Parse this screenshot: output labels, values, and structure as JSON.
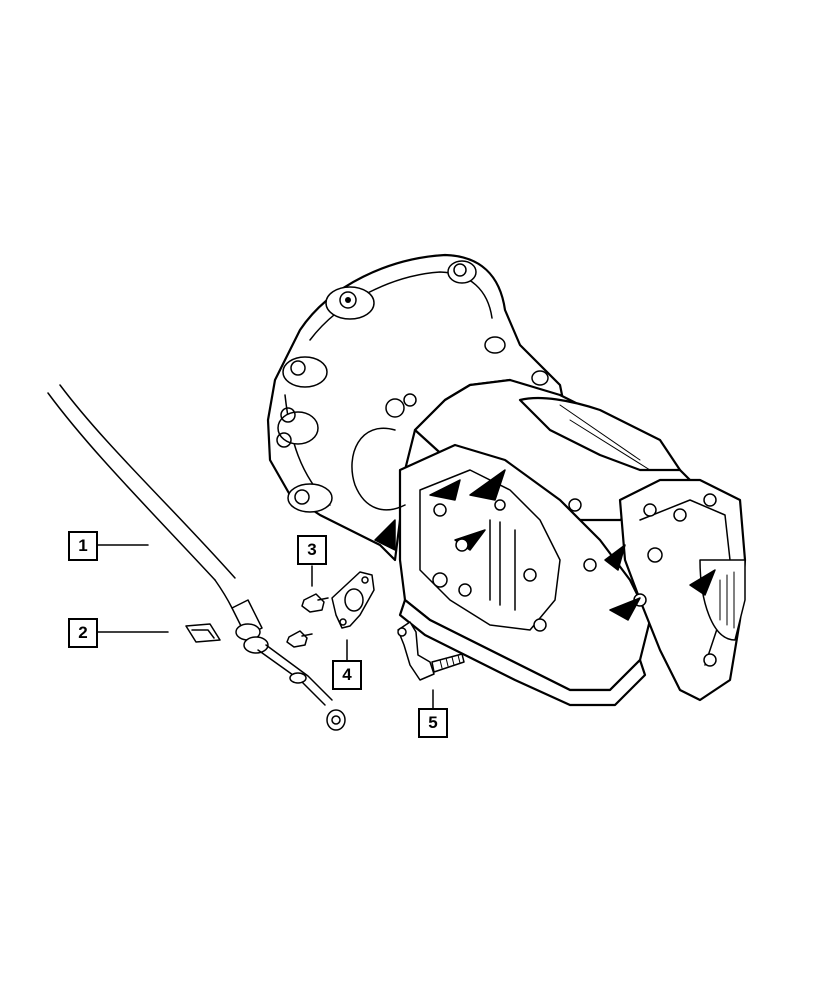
{
  "diagram": {
    "callouts": [
      {
        "id": "callout-1",
        "label": "1",
        "part": "shift-cable"
      },
      {
        "id": "callout-2",
        "label": "2",
        "part": "cable-clip"
      },
      {
        "id": "callout-3",
        "label": "3",
        "part": "bolt"
      },
      {
        "id": "callout-4",
        "label": "4",
        "part": "bracket"
      },
      {
        "id": "callout-5",
        "label": "5",
        "part": "bracket-with-stud"
      }
    ],
    "line_color": "#000000",
    "background": "#ffffff"
  }
}
